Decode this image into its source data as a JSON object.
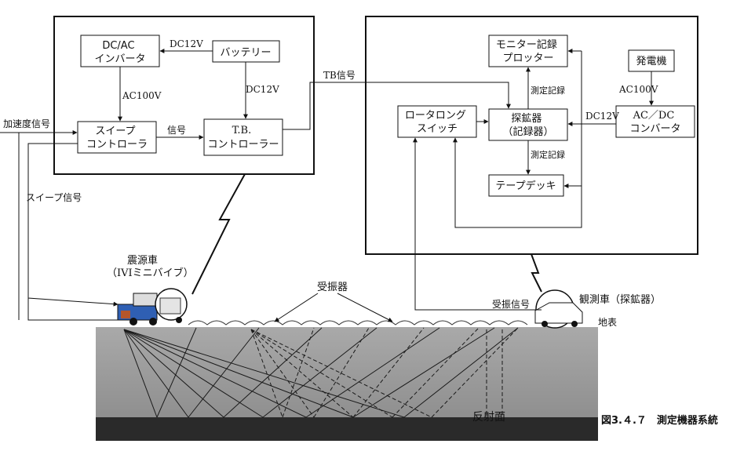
{
  "left_system": {
    "inverter": [
      "DC/AC",
      "インバータ"
    ],
    "battery": "バッテリー",
    "sweep_controller": [
      "スイープ",
      "コントローラ"
    ],
    "tb_controller": [
      "T.B.",
      "コントローラー"
    ],
    "dc12v_top": "DC12V",
    "dc12v_side": "DC12V",
    "ac100v": "AC100V",
    "signal": "信号"
  },
  "right_system": {
    "monitor": [
      "モニター記録",
      "プロッター"
    ],
    "generator": "発電機",
    "rotalong": [
      "ロータロング",
      "スイッチ"
    ],
    "recorder": [
      "探鉱器",
      "（記録器）"
    ],
    "acdc": [
      "AC／DC",
      "コンバータ"
    ],
    "tape": "テープデッキ",
    "measure_top": "測定記録",
    "measure_bottom": "測定記録",
    "dc12v": "DC12V",
    "ac100v": "AC100V"
  },
  "labels": {
    "tb_signal": "TB信号",
    "accel_signal": "加速度信号",
    "sweep_signal": "スイープ信号",
    "source_vehicle": [
      "震源車",
      "（IVIミニバイブ）"
    ],
    "geophones": "受振器",
    "receive_signal": "受振信号",
    "observation_vehicle": "観測車（探鉱器）",
    "ground_surface": "地表",
    "reflector": "反射面",
    "caption": "図3.４.７　測定機器系統"
  }
}
